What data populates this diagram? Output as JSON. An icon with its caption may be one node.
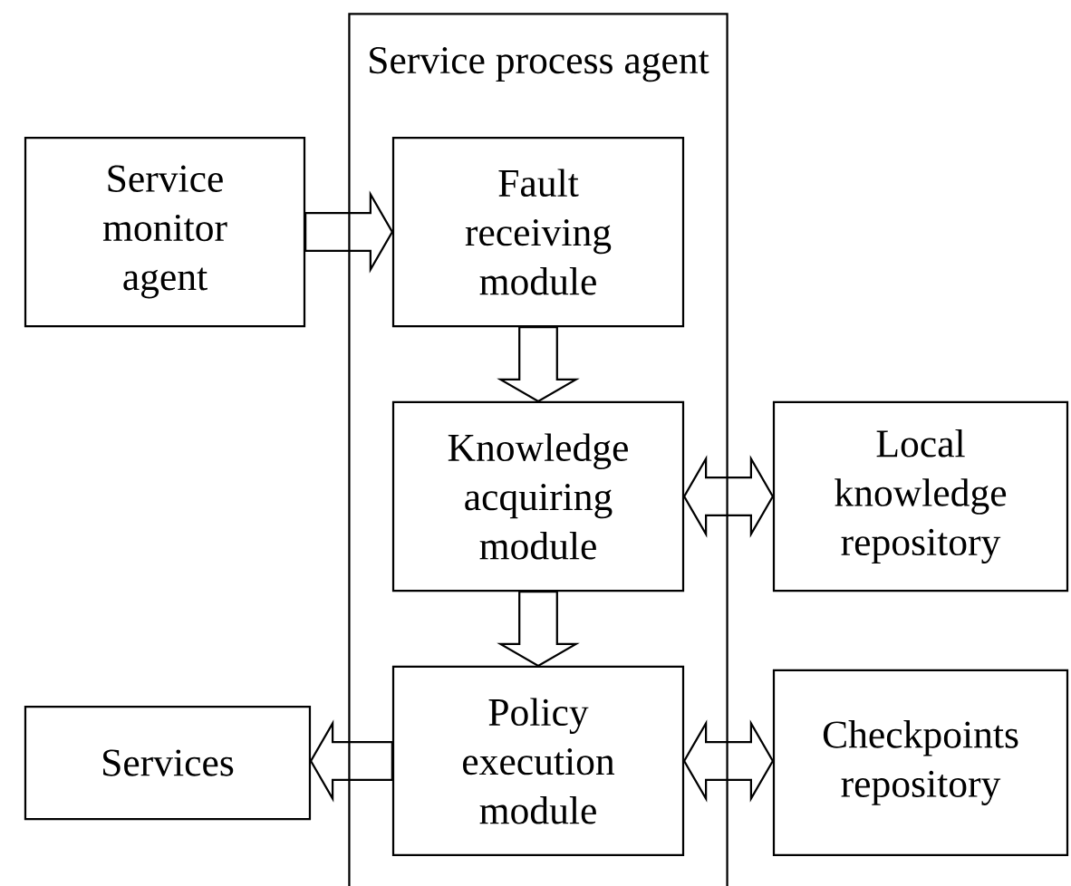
{
  "diagram": {
    "nodes": [
      {
        "text": [
          "Service process agent"
        ]
      },
      {
        "text": [
          "Service monitor agent"
        ]
      },
      {
        "text": [
          "Fault receiving module"
        ],
        "in": 0
      },
      {
        "text": [
          "Knowledge acquiring module"
        ],
        "in": 0
      },
      {
        "text": [
          "Local knowledge repository"
        ]
      },
      {
        "text": [
          "Services"
        ]
      },
      {
        "text": [
          "Policy execution module"
        ],
        "in": 0
      },
      {
        "text": [
          "Checkpoints repository"
        ]
      }
    ],
    "edges": [
      {
        "from": 1,
        "to": 2,
        "arrow": "to"
      },
      {
        "from": 2,
        "to": 3,
        "arrow": "to"
      },
      {
        "from": 3,
        "to": 4,
        "arrow": "both"
      },
      {
        "from": 3,
        "to": 6,
        "arrow": "to"
      },
      {
        "from": 6,
        "to": 5,
        "arrow": "to"
      },
      {
        "from": 6,
        "to": 7,
        "arrow": "both"
      }
    ]
  }
}
